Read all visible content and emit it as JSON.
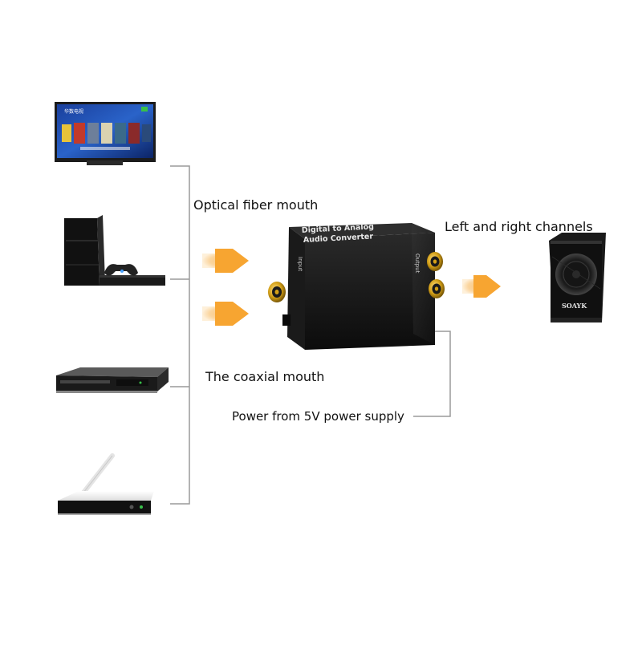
{
  "labels": {
    "optical": "Optical fiber mouth",
    "left_right": "Left and right channels",
    "coaxial": "The coaxial mouth",
    "power": "Power from 5V power supply"
  },
  "converter": {
    "title_line1": "Digital  to Analog",
    "title_line2": "Audio Converter",
    "input_label": "Input",
    "output_label": "Output"
  },
  "tv": {
    "screen_text": "华数电视"
  },
  "speaker": {
    "brand": "SOAYK"
  },
  "colors": {
    "arrow": "#f7a531",
    "line": "#9a9a9a",
    "box": "#141414",
    "rca_gold": "#d4a017"
  }
}
